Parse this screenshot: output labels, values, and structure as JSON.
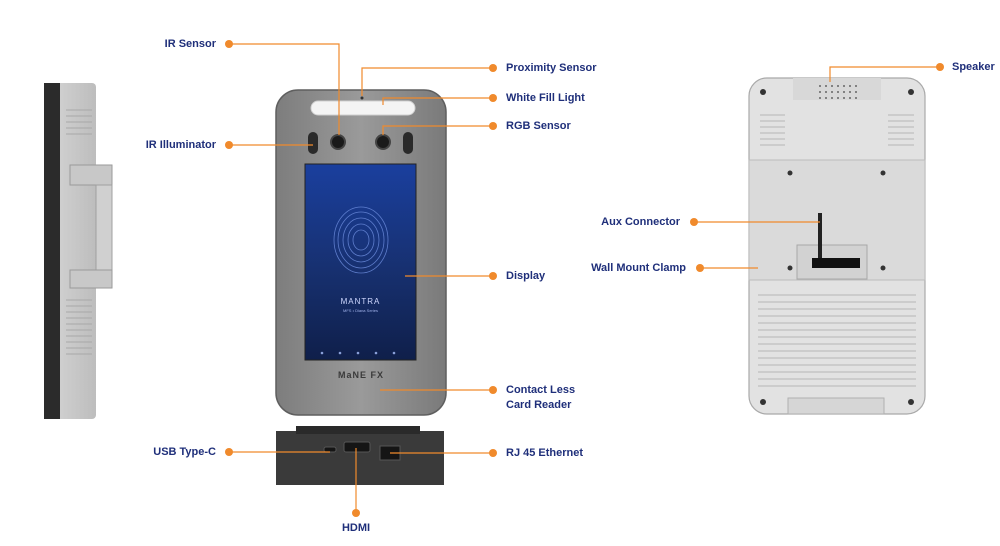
{
  "labels": {
    "ir_sensor": "IR Sensor",
    "proximity_sensor": "Proximity Sensor",
    "white_fill_light": "White Fill Light",
    "rgb_sensor": "RGB Sensor",
    "ir_illuminator": "IR Illuminator",
    "display": "Display",
    "contact_less_line1": "Contact Less",
    "contact_less_line2": "Card Reader",
    "usb_type_c": "USB Type-C",
    "rj45_ethernet": "RJ 45 Ethernet",
    "hdmi": "HDMI",
    "speaker": "Speaker",
    "aux_connector": "Aux Connector",
    "wall_mount_clamp": "Wall Mount Clamp"
  },
  "device": {
    "screen_brand": "MANTRA",
    "screen_tagline": "MFS • Diana Series",
    "model_name": "MaNE FX"
  },
  "colors": {
    "callout": "#f08a2c",
    "label_text": "#1f2f7a",
    "bezel": "#8a8a8a",
    "screen": "#1e3a8a"
  }
}
